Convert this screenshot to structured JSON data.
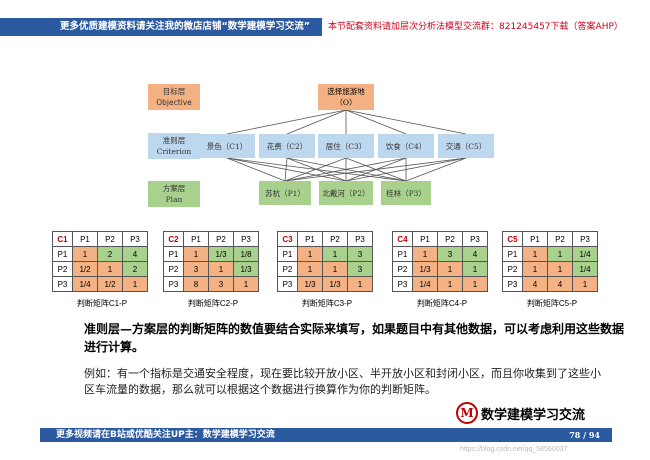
{
  "header": {
    "left_text": "更多优质建模资料请关注我的微店店铺“数学建模学习交流”",
    "right_text": "本节配套资料请加层次分析法模型交流群：821245457下载（答案AHP）"
  },
  "hierarchy": {
    "labels": {
      "objective": {
        "cn": "目标层",
        "en": "Objective"
      },
      "criterion": {
        "cn": "准则层",
        "en": "Criterion"
      },
      "plan": {
        "cn": "方案层",
        "en": "Plan"
      }
    },
    "goal": {
      "line1": "选择旅游地",
      "line2": "（O）"
    },
    "criteria": [
      "景色（C1）",
      "花费（C2）",
      "居住（C3）",
      "饮食（C4）",
      "交通（C5）"
    ],
    "plans": [
      "苏杭（P1）",
      "北戴河（P2）",
      "桂林（P3）"
    ]
  },
  "matrices": [
    {
      "key": "C1",
      "header": [
        "P1",
        "P2",
        "P3"
      ],
      "rows": [
        [
          "P1",
          "1",
          "2",
          "4"
        ],
        [
          "P2",
          "1/2",
          "1",
          "2"
        ],
        [
          "P3",
          "1/4",
          "1/2",
          "1"
        ]
      ],
      "caption": "判断矩阵C1-P"
    },
    {
      "key": "C2",
      "header": [
        "P1",
        "P2",
        "P3"
      ],
      "rows": [
        [
          "P1",
          "1",
          "1/3",
          "1/8"
        ],
        [
          "P2",
          "3",
          "1",
          "1/3"
        ],
        [
          "P3",
          "8",
          "3",
          "1"
        ]
      ],
      "caption": "判断矩阵C2-P"
    },
    {
      "key": "C3",
      "header": [
        "P1",
        "P2",
        "P3"
      ],
      "rows": [
        [
          "P1",
          "1",
          "1",
          "3"
        ],
        [
          "P2",
          "1",
          "1",
          "3"
        ],
        [
          "P3",
          "1/3",
          "1/3",
          "1"
        ]
      ],
      "caption": "判断矩阵C3-P"
    },
    {
      "key": "C4",
      "header": [
        "P1",
        "P2",
        "P3"
      ],
      "rows": [
        [
          "P1",
          "1",
          "3",
          "4"
        ],
        [
          "P2",
          "1/3",
          "1",
          "1"
        ],
        [
          "P3",
          "1/4",
          "1",
          "1"
        ]
      ],
      "caption": "判断矩阵C4-P"
    },
    {
      "key": "C5",
      "header": [
        "P1",
        "P2",
        "P3"
      ],
      "rows": [
        [
          "P1",
          "1",
          "1",
          "1/4"
        ],
        [
          "P2",
          "1",
          "1",
          "1/4"
        ],
        [
          "P3",
          "4",
          "4",
          "1"
        ]
      ],
      "caption": "判断矩阵C5-P"
    }
  ],
  "body": {
    "bold_text": "准则层—方案层的判断矩阵的数值要结合实际来填写，如果题目中有其他数据，可以考虑利用这些数据进行计算。",
    "example_text": "例如：有一个指标是交通安全程度，现在要比较开放小区、半开放小区和封闭小区，而且你收集到了这些小区车流量的数据，那么就可以根据这个数据进行换算作为你的判断矩阵。"
  },
  "logo": {
    "mark": "M",
    "text": "数学建模学习交流"
  },
  "footer": {
    "text": "更多视频请在B站或优酷关注UP主：数学建模学习交流",
    "page": "78 / 94",
    "watermark": "https://blog.csdn.net/qq_58560037"
  }
}
